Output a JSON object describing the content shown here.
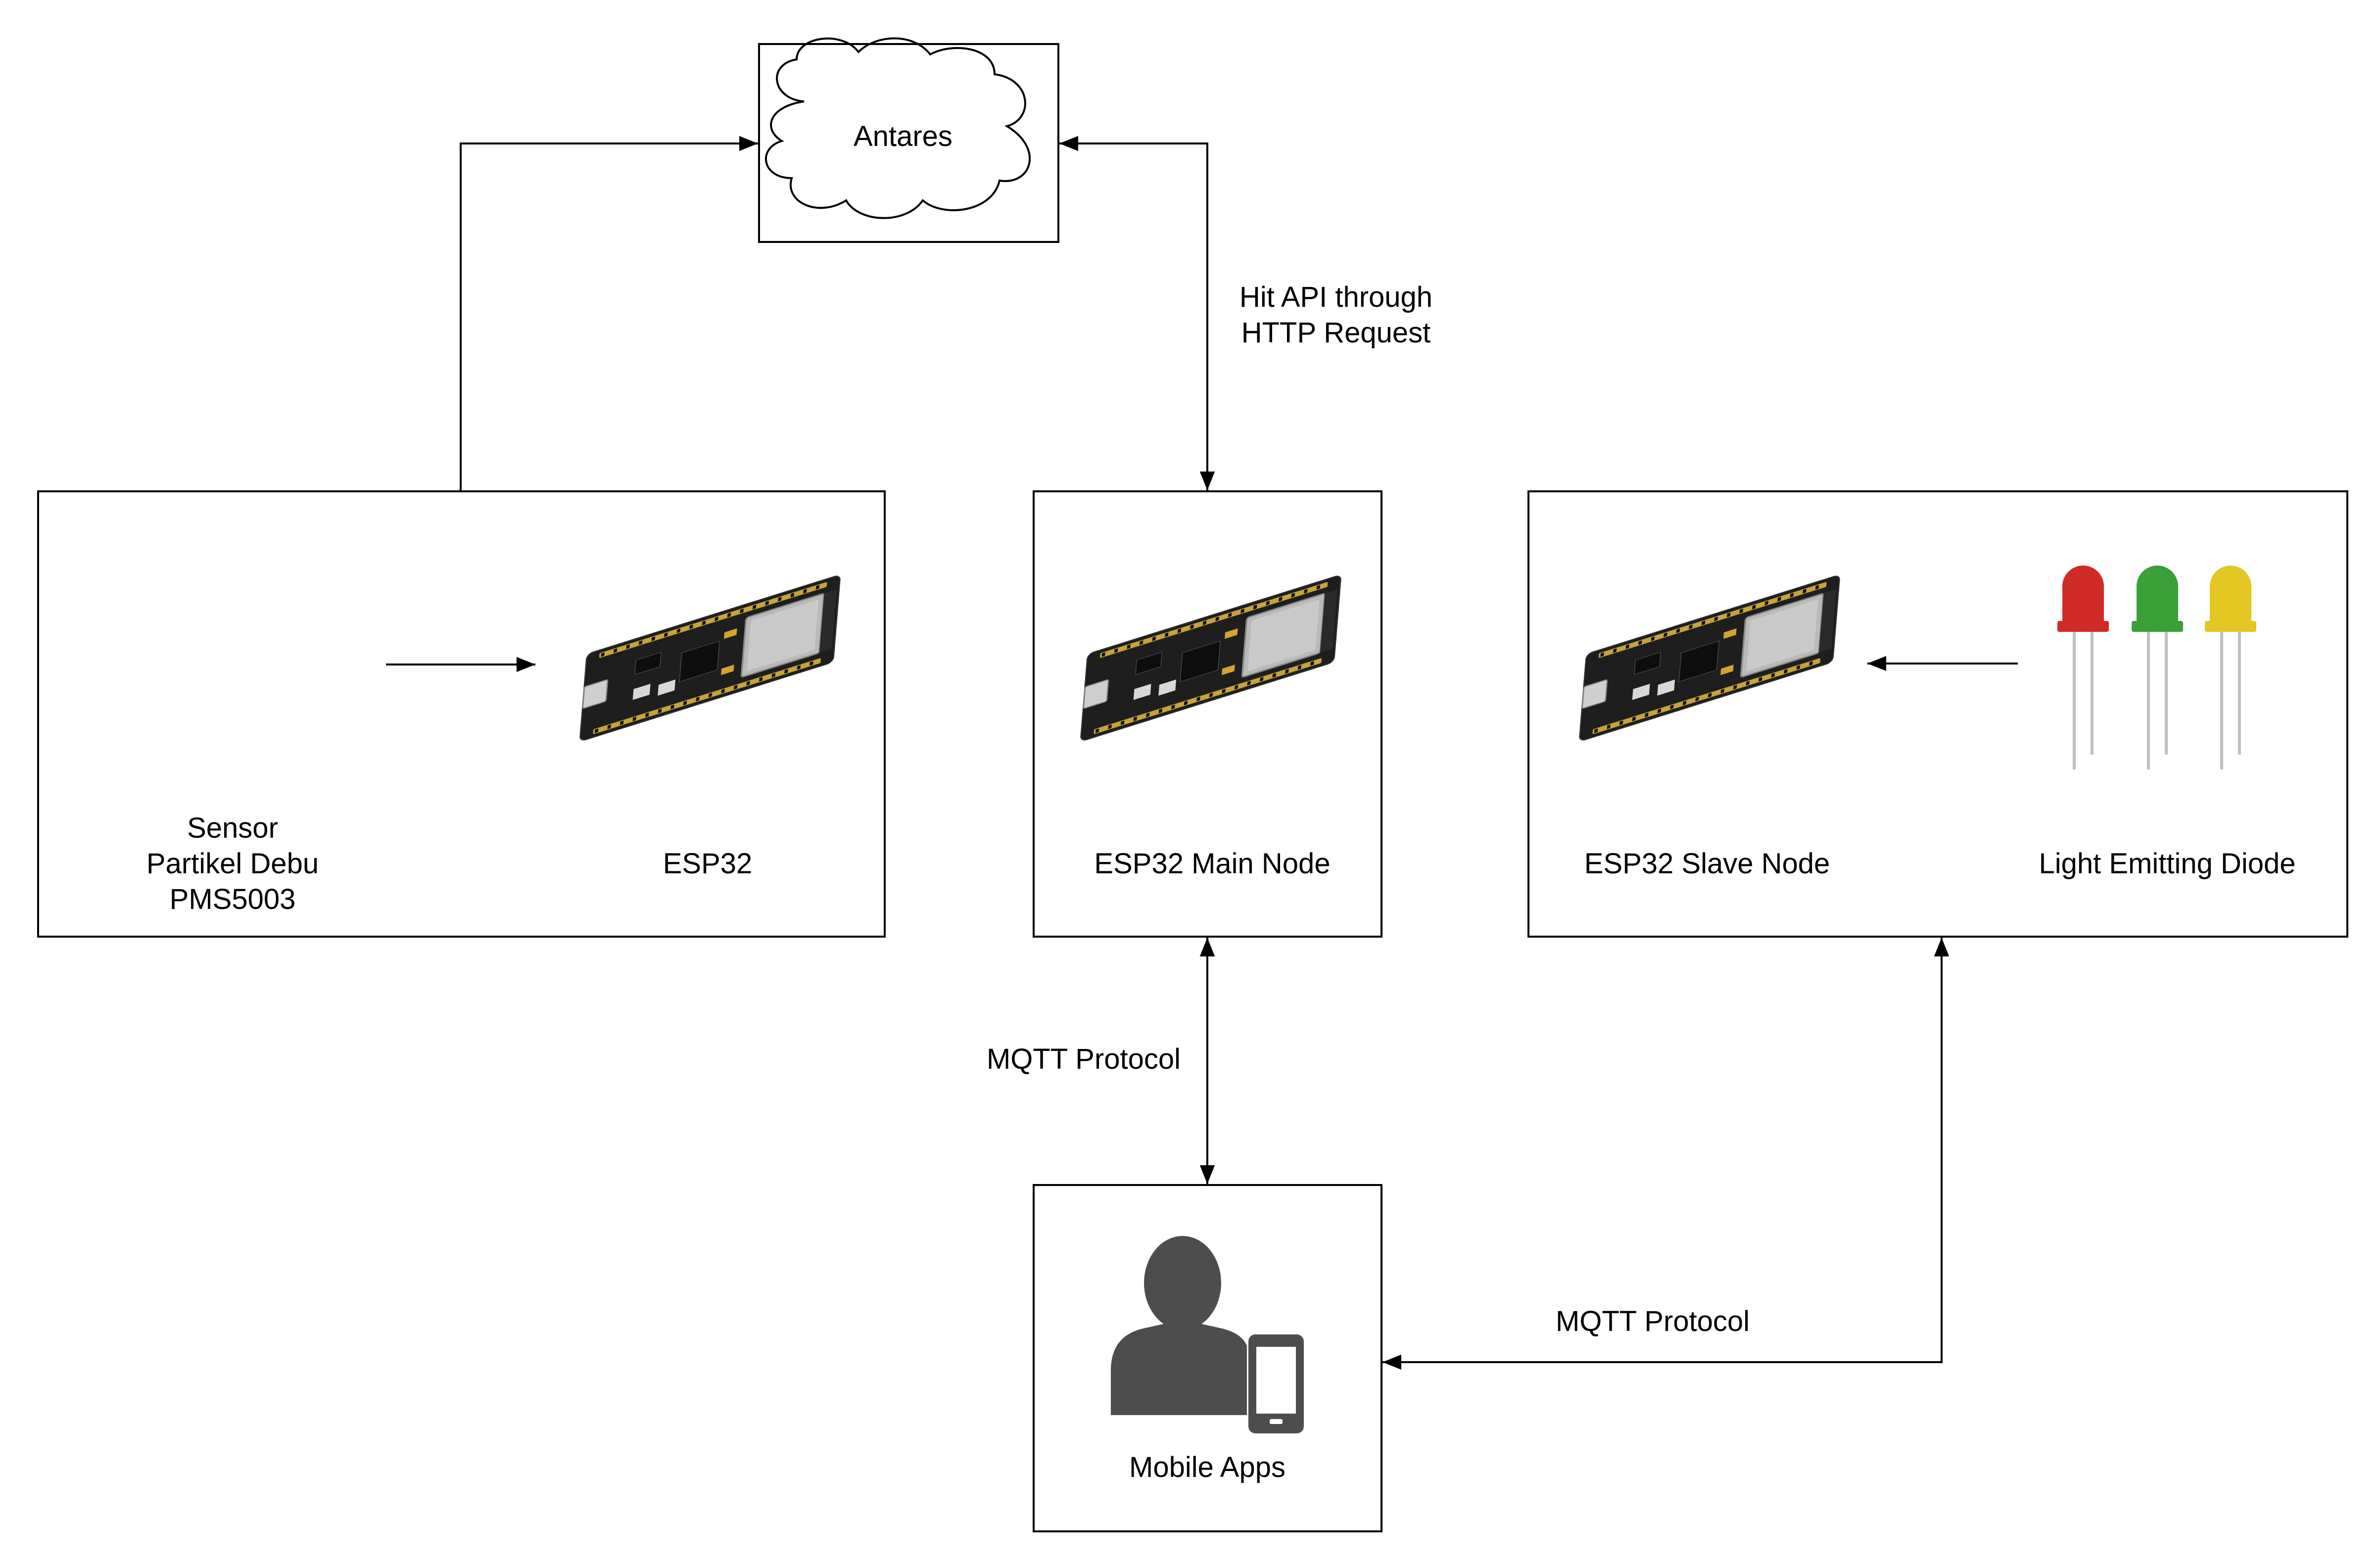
{
  "nodes": {
    "cloud": {
      "label": "Antares"
    },
    "sensor_group": {
      "sensor_label": "Sensor\nPartikel Debu\nPMS5003",
      "board_label": "ESP32"
    },
    "main_node": {
      "label": "ESP32 Main Node"
    },
    "slave_group": {
      "board_label": "ESP32 Slave Node",
      "led_label": "Light Emitting Diode"
    },
    "mobile": {
      "label": "Mobile Apps"
    }
  },
  "edges": {
    "http": {
      "label": "Hit API through\nHTTP Request"
    },
    "mqtt_main": {
      "label": "MQTT Protocol"
    },
    "mqtt_slave": {
      "label": "MQTT Protocol"
    }
  },
  "colors": {
    "stroke": "#000000",
    "pcb": "#1e1e1e",
    "pin": "#c8a23a",
    "module": "#b9b9b9",
    "person": "#4d4d4d",
    "led_red": "#cc1f1a",
    "led_green": "#2e9a2c",
    "led_yellow": "#e2c417"
  }
}
